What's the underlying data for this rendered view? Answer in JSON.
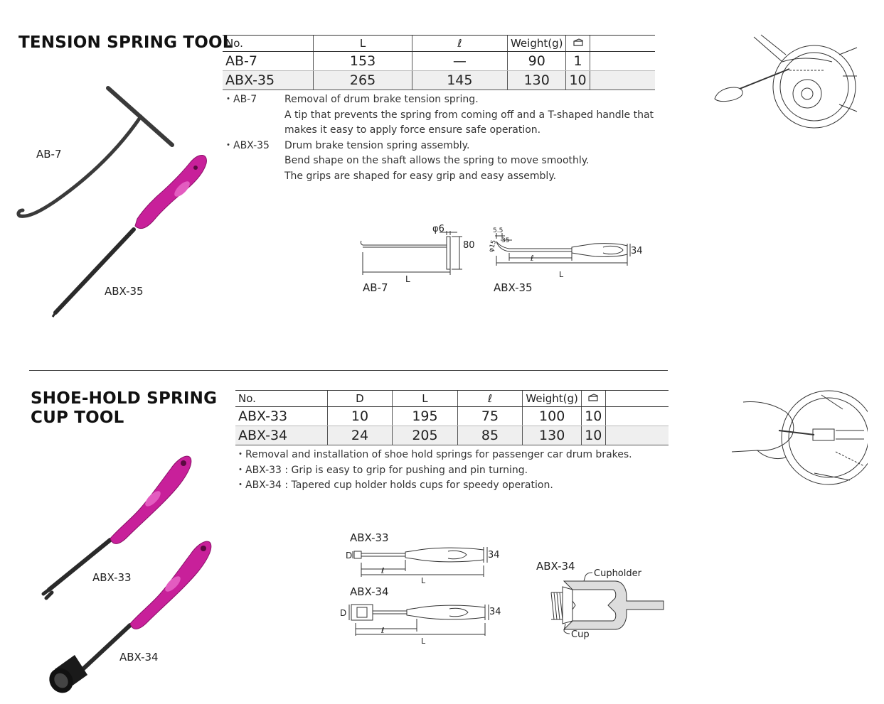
{
  "section1": {
    "title": "TENSION SPRING TOOL",
    "table": {
      "headers": [
        "No.",
        "L",
        "ℓ",
        "Weight(g)"
      ],
      "box_icon": "box-quantity-icon",
      "rows": [
        [
          "AB-7",
          "153",
          "—",
          "90",
          "1"
        ],
        [
          "ABX-35",
          "265",
          "145",
          "130",
          "10"
        ]
      ]
    },
    "descriptions": [
      {
        "model": "・AB-7",
        "lines": [
          "Removal of drum brake tension spring.",
          "A tip that prevents the spring from coming off and a T-shaped handle that",
          "makes it easy to apply force ensure safe operation."
        ]
      },
      {
        "model": "・ABX-35",
        "lines": [
          "Drum brake tension spring assembly.",
          "Bend shape on the shaft allows the spring to move smoothly.",
          "The grips are shaped for easy grip and easy assembly."
        ]
      }
    ],
    "photo_labels": {
      "ab7": "AB-7",
      "abx35": "ABX-35"
    },
    "diagrams": {
      "ab7": {
        "label": "AB-7",
        "phi": "φ6",
        "height": "80",
        "length": "L"
      },
      "abx35": {
        "label": "ABX-35",
        "d1": "5.5",
        "d2": "35",
        "phi": "φ15",
        "ell": "ℓ",
        "length": "L",
        "height": "34"
      }
    }
  },
  "section2": {
    "title_line1": "SHOE-HOLD SPRING",
    "title_line2": "CUP TOOL",
    "table": {
      "headers": [
        "No.",
        "D",
        "L",
        "ℓ",
        "Weight(g)"
      ],
      "box_icon": "box-quantity-icon",
      "rows": [
        [
          "ABX-33",
          "10",
          "195",
          "75",
          "100",
          "10"
        ],
        [
          "ABX-34",
          "24",
          "205",
          "85",
          "130",
          "10"
        ]
      ]
    },
    "bullets": [
      "・Removal and installation of shoe hold springs for passenger car drum brakes.",
      "・ABX-33 : Grip is easy to grip for pushing and pin turning.",
      "・ABX-34 : Tapered cup holder holds cups for speedy operation."
    ],
    "photo_labels": {
      "abx33": "ABX-33",
      "abx34": "ABX-34"
    },
    "diagrams": {
      "abx33": {
        "label": "ABX-33",
        "d": "D",
        "ell": "ℓ",
        "length": "L",
        "height": "34"
      },
      "abx34": {
        "label": "ABX-34",
        "d": "D",
        "ell": "ℓ",
        "length": "L",
        "height": "34"
      },
      "cup": {
        "label": "ABX-34",
        "cupholder": "Cupholder",
        "cup": "Cup"
      }
    }
  },
  "colors": {
    "grip": "#c8209a",
    "grip_light": "#e35cc0",
    "shaft": "#2a2a2a",
    "line": "#333333",
    "row_shade": "#efefef"
  }
}
